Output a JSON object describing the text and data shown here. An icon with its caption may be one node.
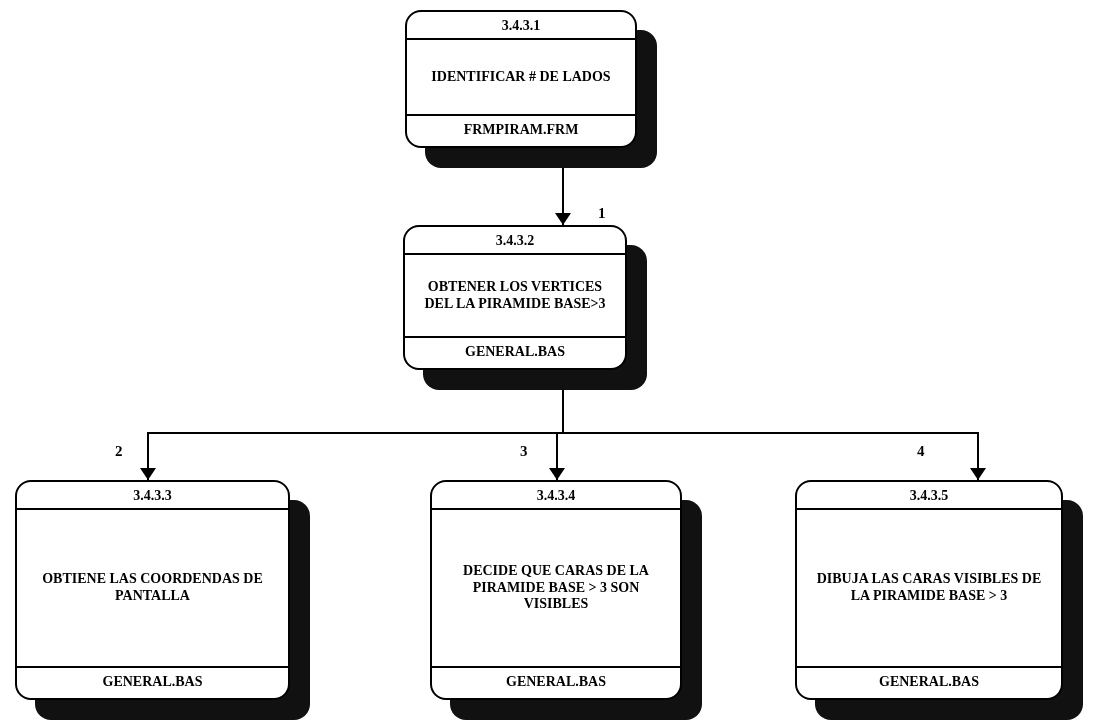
{
  "diagram": {
    "nodes": [
      {
        "text": [
          "3.4.3.1",
          "IDENTIFICAR # DE LADOS",
          "FRMPIRAM.FRM"
        ]
      },
      {
        "text": [
          "3.4.3.2",
          "OBTENER LOS VERTICES DEL LA PIRAMIDE BASE>3",
          "GENERAL.BAS"
        ]
      },
      {
        "text": [
          "3.4.3.3",
          "OBTIENE LAS COORDENDAS DE PANTALLA",
          "GENERAL.BAS"
        ]
      },
      {
        "text": [
          "3.4.3.4",
          "DECIDE QUE CARAS DE LA PIRAMIDE BASE > 3 SON VISIBLES",
          "GENERAL.BAS"
        ]
      },
      {
        "text": [
          "3.4.3.5",
          "DIBUJA LAS CARAS VISIBLES DE LA PIRAMIDE BASE > 3",
          "GENERAL.BAS"
        ]
      }
    ],
    "edges": [
      {
        "from": 0,
        "to": 1,
        "arrow": "to",
        "label": "1"
      },
      {
        "from": 1,
        "to": 2,
        "arrow": "to",
        "label": "2"
      },
      {
        "from": 1,
        "to": 3,
        "arrow": "to",
        "label": "3"
      },
      {
        "from": 1,
        "to": 4,
        "arrow": "to",
        "label": "4"
      }
    ]
  }
}
